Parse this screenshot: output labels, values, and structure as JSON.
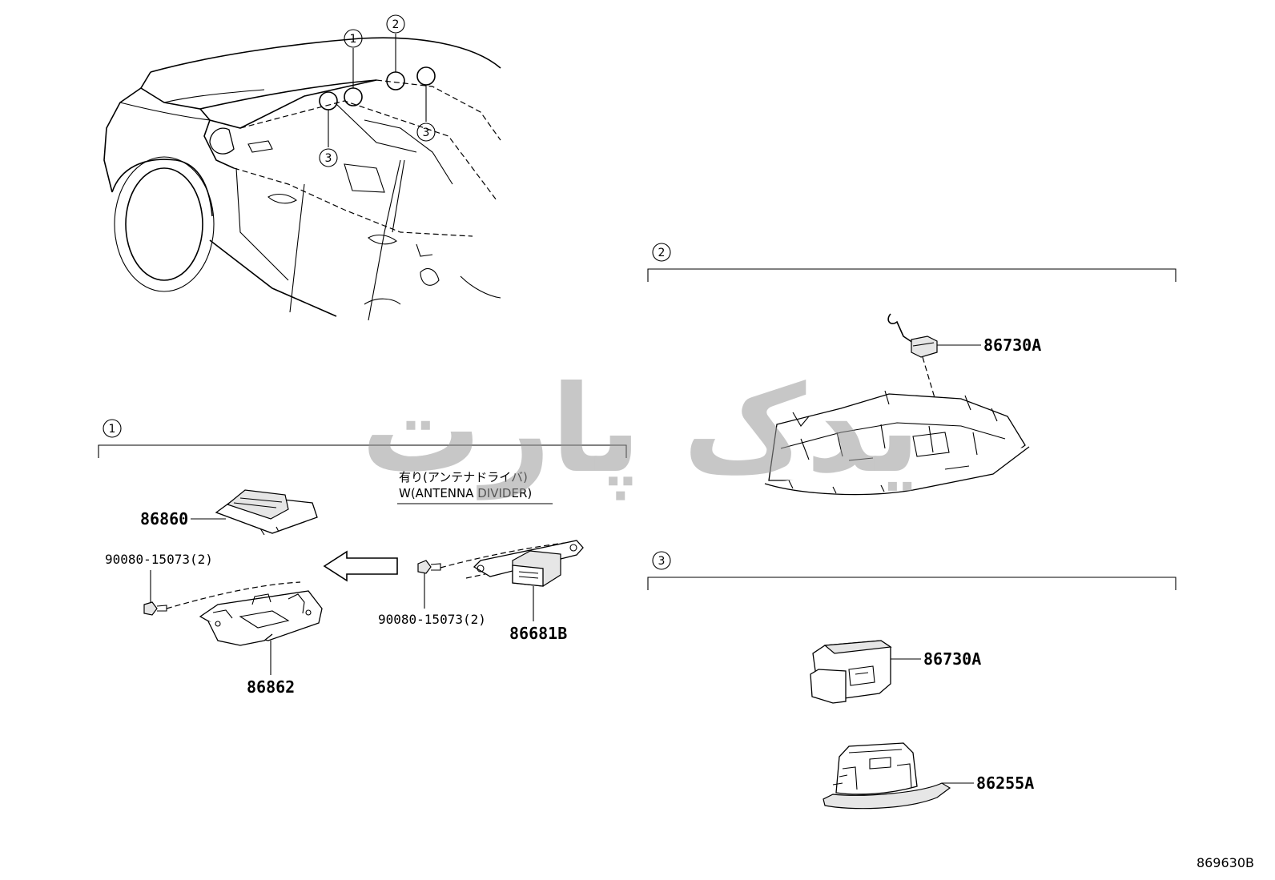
{
  "diagram_code": "869630B",
  "watermark": "یدک پارت",
  "vehicle_callouts": [
    "1",
    "2",
    "3",
    "3"
  ],
  "sections": [
    {
      "id": "1",
      "note_jp": "有り(アンテナドライバ)",
      "note_en": "W(ANTENNA DIVIDER)",
      "parts": {
        "p86860": "86860",
        "p86862": "86862",
        "p86681b": "86681B",
        "screw_left": "90080-15073(2)",
        "screw_right": "90080-15073(2)"
      }
    },
    {
      "id": "2",
      "parts": {
        "p86730a": "86730A"
      }
    },
    {
      "id": "3",
      "parts": {
        "p86730a": "86730A",
        "p86255a": "86255A"
      }
    }
  ]
}
